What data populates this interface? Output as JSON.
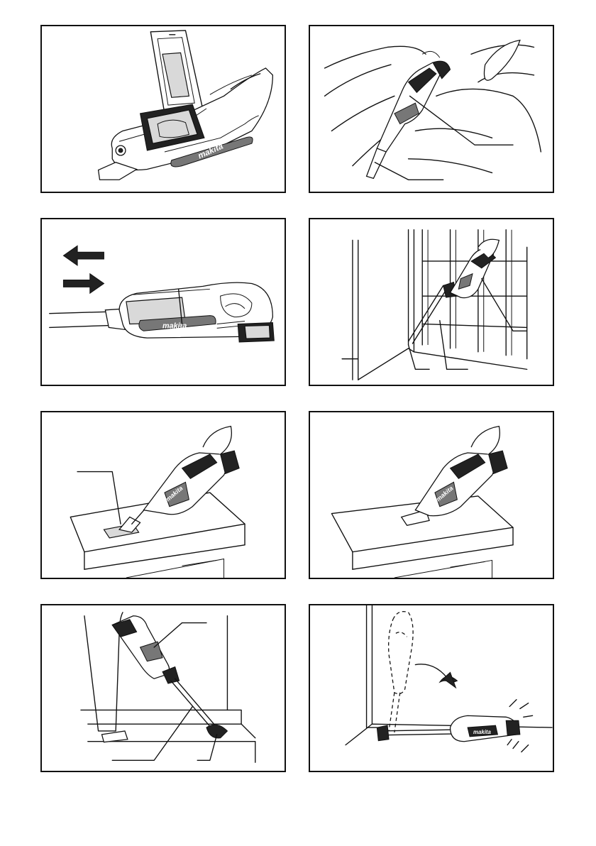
{
  "brand": {
    "logo_text": "makita"
  },
  "figures": [
    {
      "id": "fig1",
      "icon": "open-dust-lid-illustration"
    },
    {
      "id": "fig2",
      "icon": "car-seat-crevice-cleaning-illustration"
    },
    {
      "id": "fig3",
      "icon": "attach-detach-arrows-illustration"
    },
    {
      "id": "fig4",
      "icon": "window-frame-cleaning-illustration"
    },
    {
      "id": "fig5",
      "icon": "table-nozzle-cleaning-illustration"
    },
    {
      "id": "fig6",
      "icon": "table-direct-cleaning-illustration"
    },
    {
      "id": "fig7",
      "icon": "stairs-cleaning-illustration"
    },
    {
      "id": "fig8",
      "icon": "falling-cleaner-warning-illustration"
    }
  ]
}
